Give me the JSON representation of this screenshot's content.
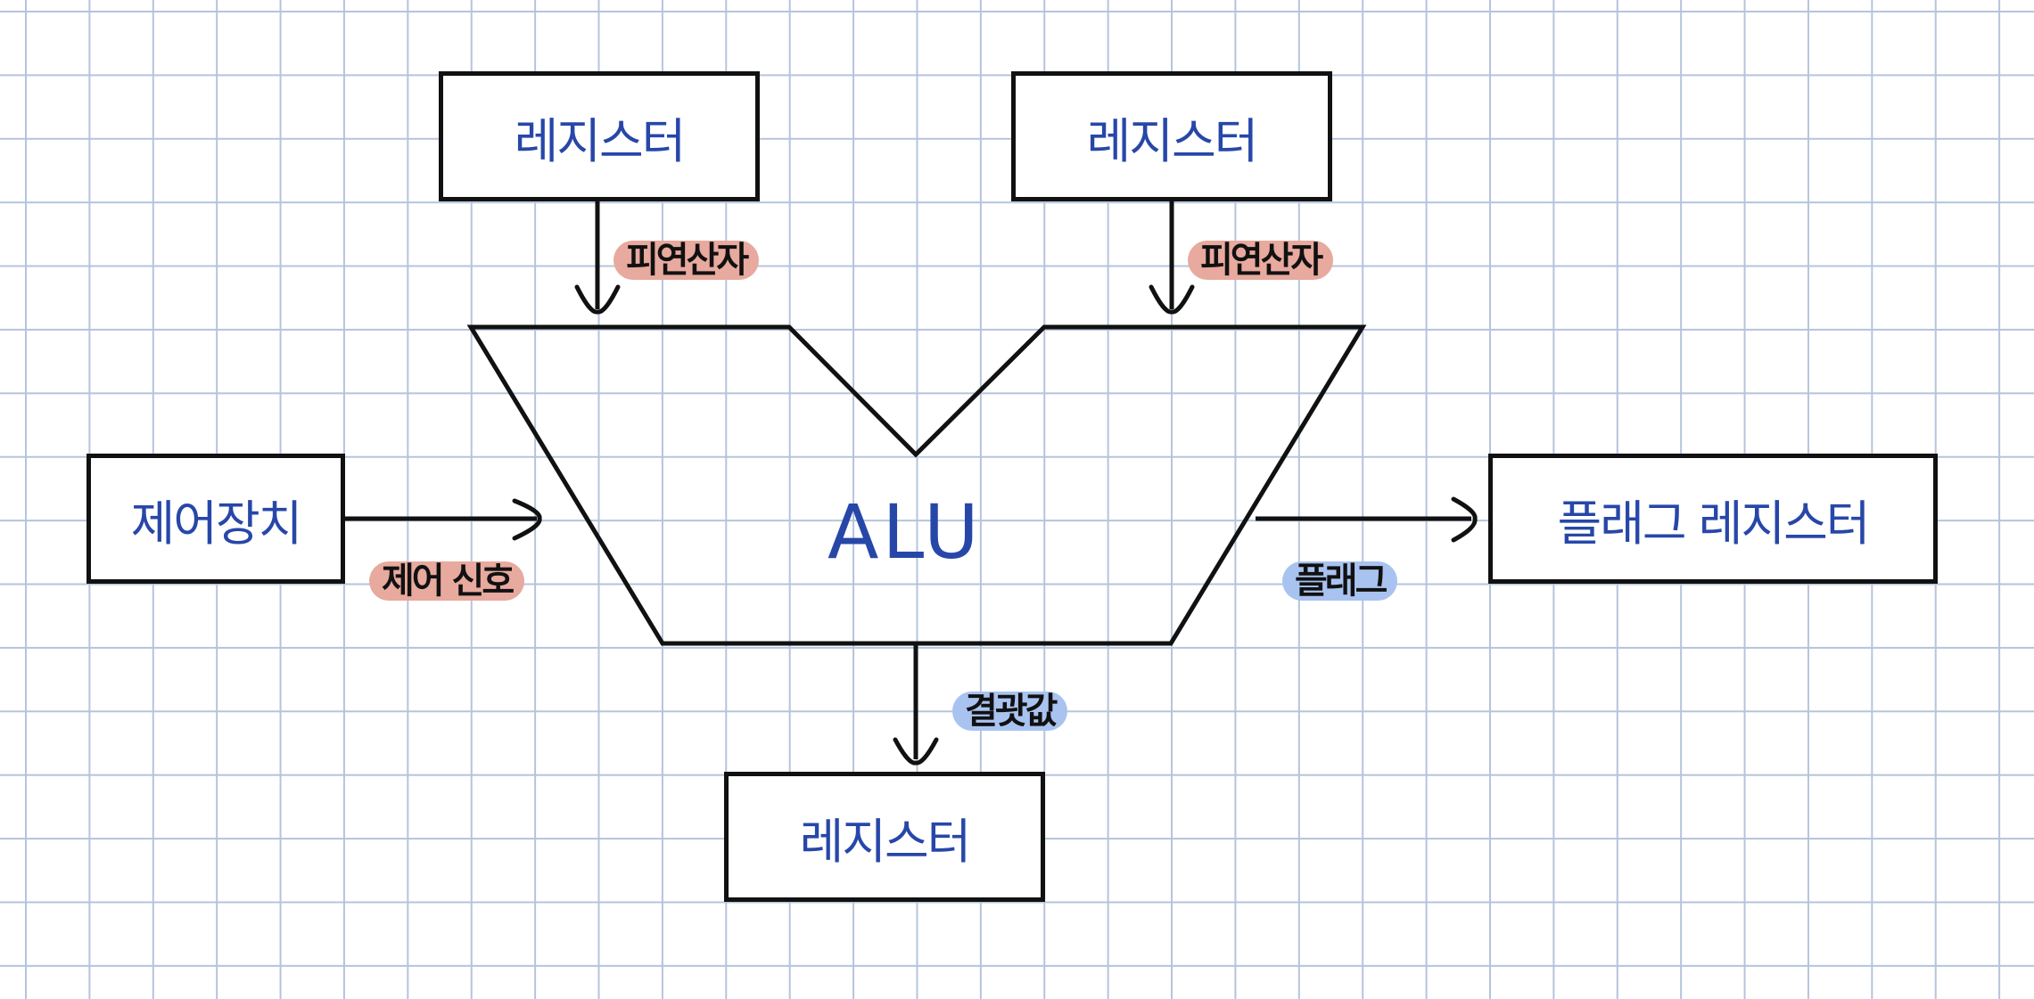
{
  "colors": {
    "ink": "#111111",
    "handwriting_blue": "#2747a8",
    "highlight_red": "#e8a99e",
    "highlight_blue": "#a9c3f0",
    "grid": "#b5c4dc"
  },
  "boxes": {
    "register_top_left": "레지스터",
    "register_top_right": "레지스터",
    "control_unit": "제어장치",
    "flag_register": "플래그 레지스터",
    "register_bottom": "레지스터"
  },
  "alu": "ALU",
  "labels": {
    "operand_left": "피연산자",
    "operand_right": "피연산자",
    "control_signal": "제어 신호",
    "flag": "플래그",
    "result": "결괏값"
  }
}
